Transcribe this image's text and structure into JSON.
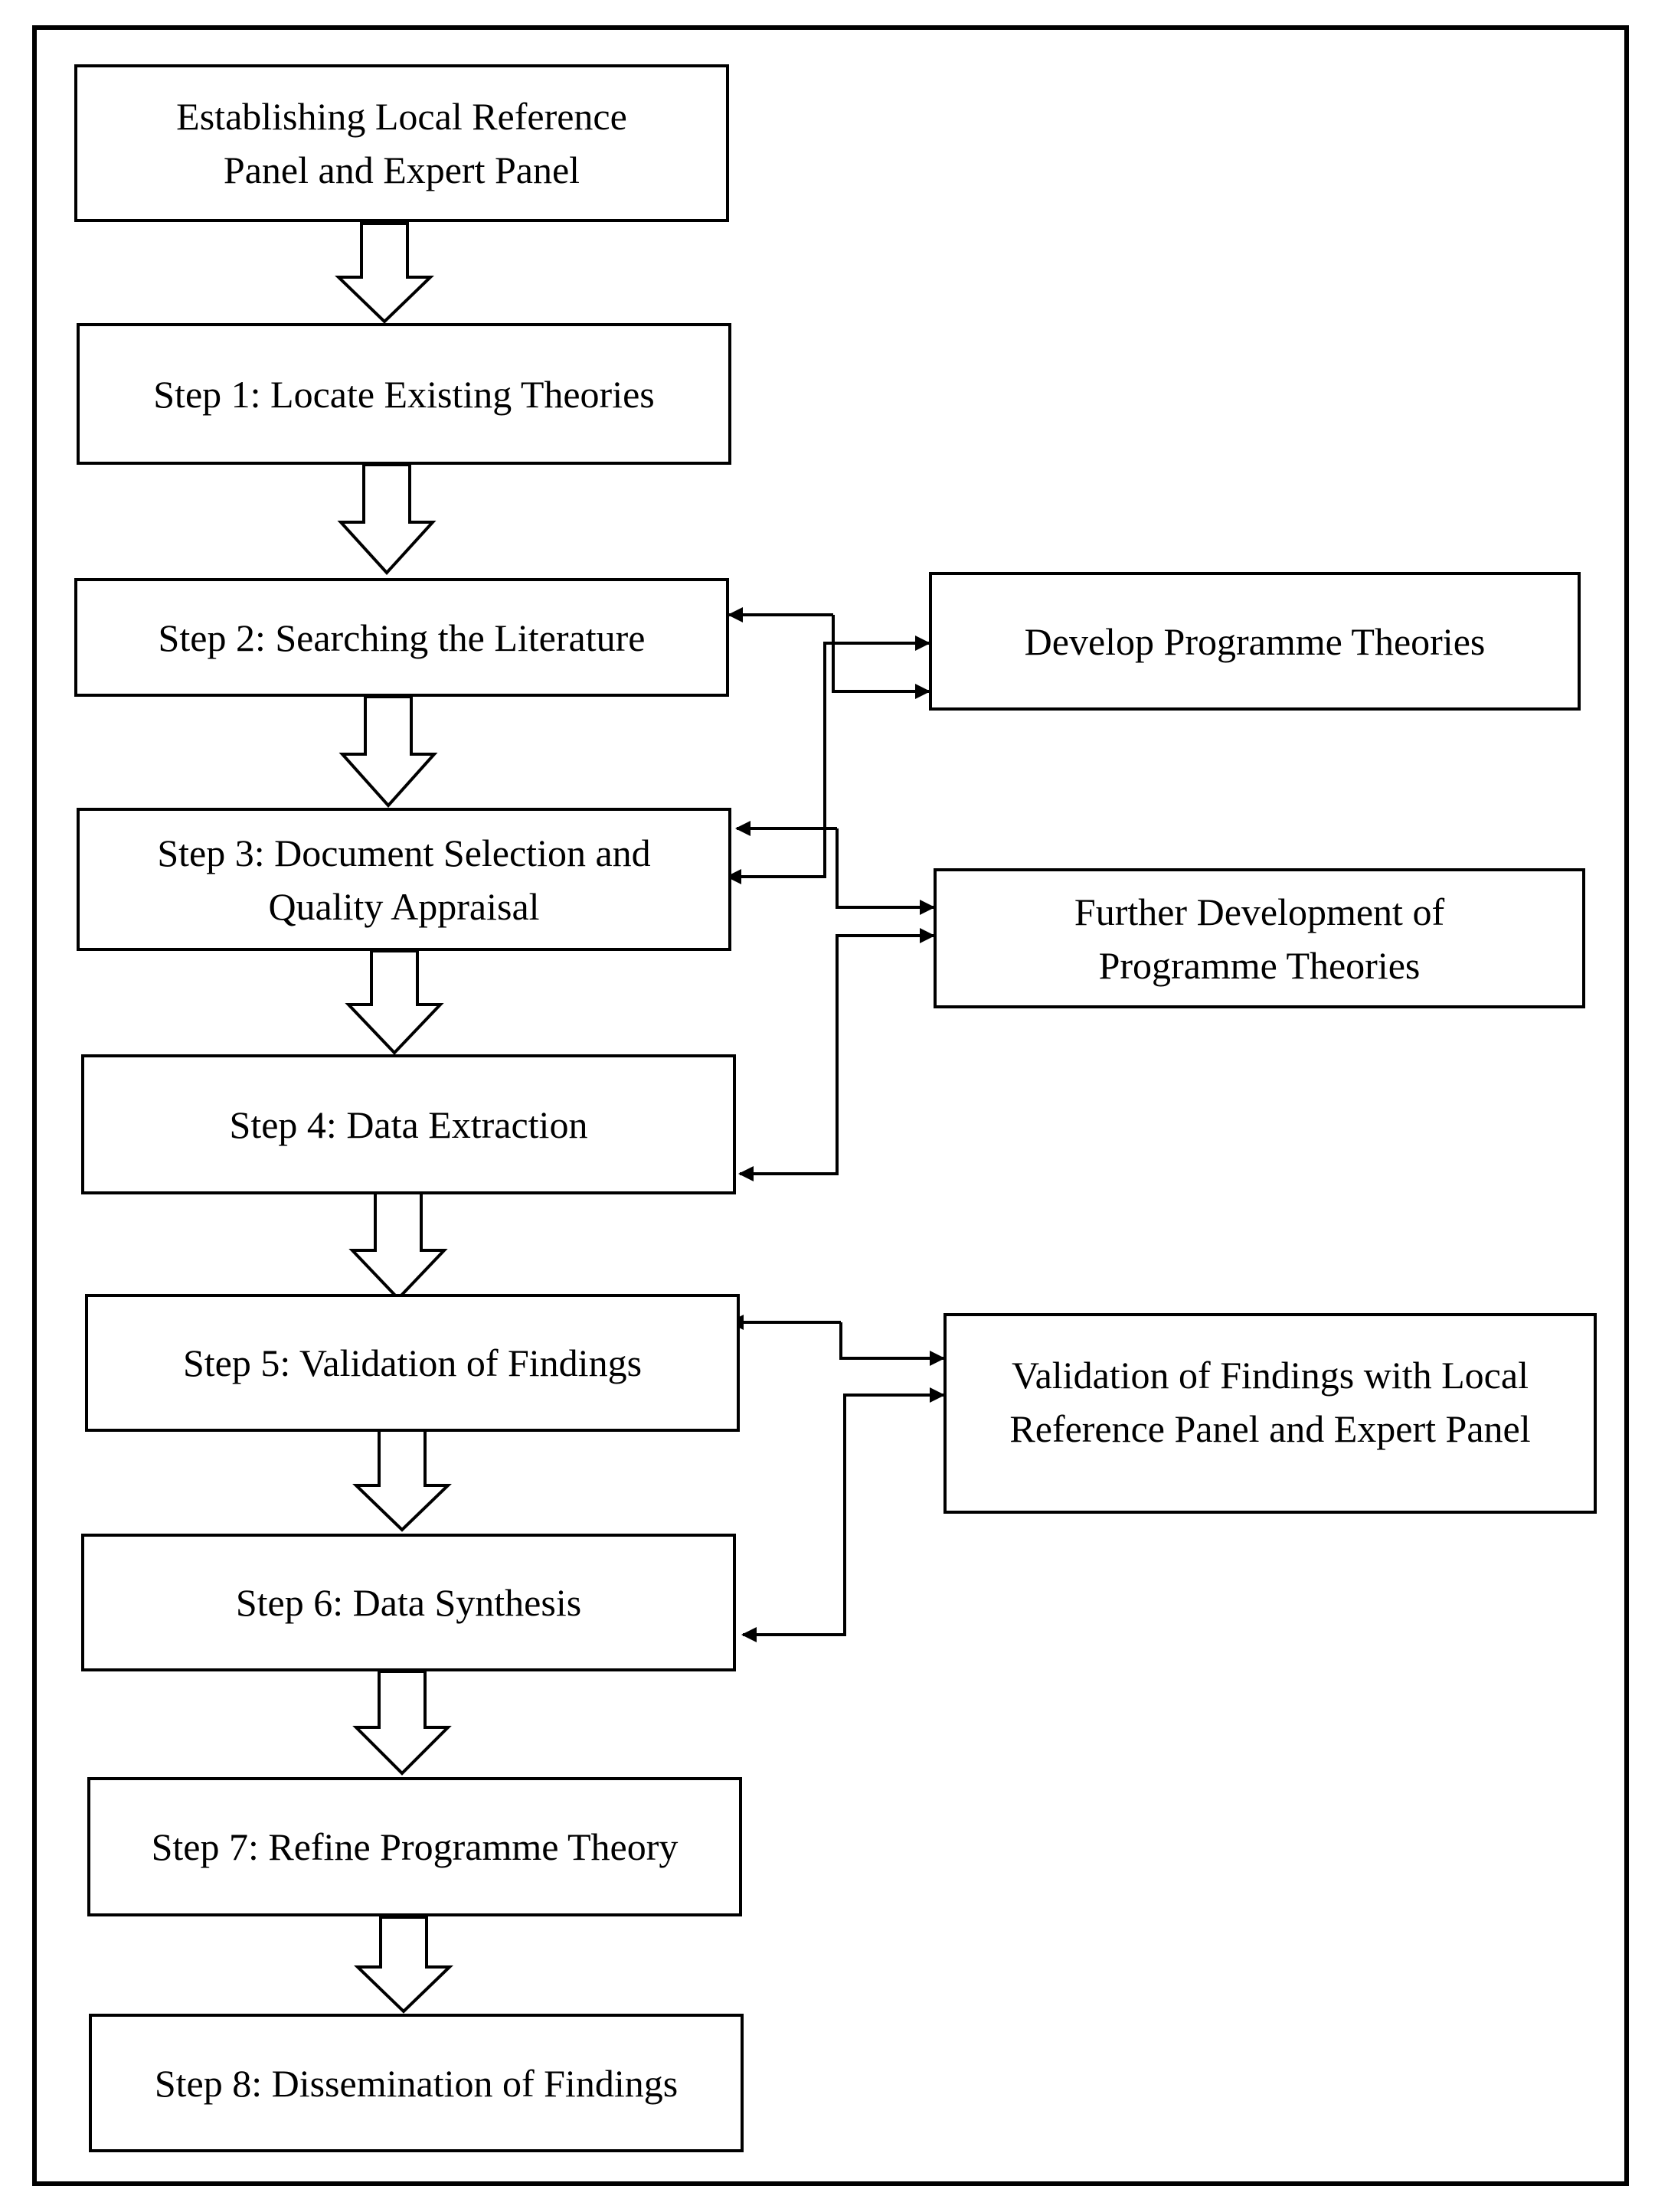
{
  "nodes": {
    "establish": "Establishing Local Reference\nPanel and Expert Panel",
    "step1": "Step 1: Locate Existing Theories",
    "step2": "Step 2: Searching the Literature",
    "step3": "Step 3: Document Selection and\nQuality Appraisal",
    "step4": "Step 4: Data Extraction",
    "step5": "Step 5: Validation of Findings",
    "step6": "Step 6: Data Synthesis",
    "step7": "Step 7: Refine Programme Theory",
    "step8": "Step 8: Dissemination of Findings",
    "develop": "Develop Programme Theories",
    "further": "Further Development of\nProgramme Theories",
    "validation": "Validation of Findings with Local\nReference Panel and Expert Panel"
  }
}
